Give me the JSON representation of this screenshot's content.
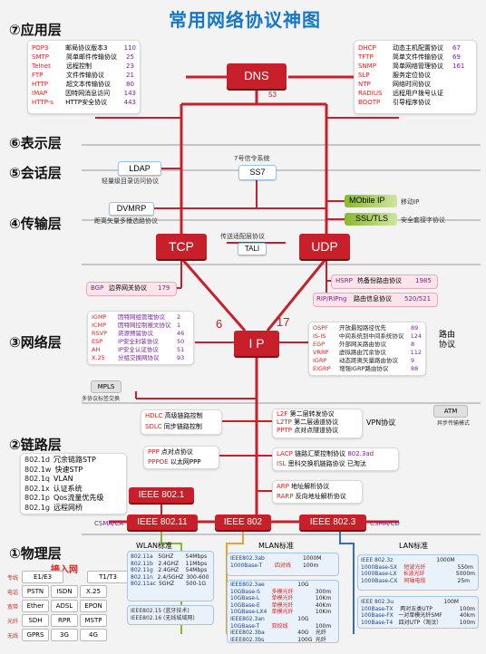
{
  "title": "常用网络协议神图",
  "layers": [
    "⑦应用层",
    "⑥表示层",
    "⑤会话层",
    "④传输层",
    "③网络层",
    "②链路层",
    "①物理层"
  ],
  "app_left": [
    {
      "name": "POP3",
      "desc": "邮局协议版本3",
      "port": "110"
    },
    {
      "name": "SMTP",
      "desc": "简单邮件传输协议",
      "port": "25"
    },
    {
      "name": "Telnet",
      "desc": "远程控制",
      "port": "23"
    },
    {
      "name": "FTP",
      "desc": "文件传输协议",
      "port": "21"
    },
    {
      "name": "HTTP",
      "desc": "超文本传输协议",
      "port": "80"
    },
    {
      "name": "IMAP",
      "desc": "因特网消息访问",
      "port": "143"
    },
    {
      "name": "HTTP-s",
      "desc": "HTTP安全协议",
      "port": "443"
    }
  ],
  "app_right": [
    {
      "name": "DHCP",
      "desc": "动态主机配置协议",
      "port": "67"
    },
    {
      "name": "TFTP",
      "desc": "简单文件传输协议",
      "port": "69"
    },
    {
      "name": "SNMP",
      "desc": "简单网络管理协议",
      "port": "161"
    },
    {
      "name": "SLP",
      "desc": "服务定位协议",
      "port": ""
    },
    {
      "name": "NTP",
      "desc": "网络时间协议",
      "port": ""
    },
    {
      "name": "RADIUS",
      "desc": "远程用户拨号认证",
      "port": ""
    },
    {
      "name": "BOOTP",
      "desc": "引导程序协议",
      "port": ""
    }
  ],
  "nodes": {
    "dns": "DNS",
    "dns_port": "53",
    "tcp": "TCP",
    "udp": "UDP",
    "ip": "I P",
    "ip_left": "6",
    "ip_right": "17"
  },
  "session": {
    "ldap": "LDAP",
    "ldap_desc": "轻量级目录访问协议",
    "ss7_title": "7号信令系统",
    "ss7": "SS7"
  },
  "transport": {
    "dvmrp": "DVMRP",
    "dvmrp_desc": "距离矢量多播选路协议",
    "mobileip": "MObile IP",
    "mobileip_desc": "移动IP",
    "ssltls": "SSL/TLS",
    "ssltls_desc": "安全套接字协议",
    "tali_desc": "传送适配层协议",
    "tali": "TALI"
  },
  "network_top": {
    "bgp": "BGP",
    "bgp_desc": "边界网关协议",
    "bgp_port": "179",
    "hsrp": "HSRP",
    "hsrp_desc": "热备份路由协议",
    "hsrp_port": "1985",
    "rip": "RIP/RIPng",
    "rip_desc": "路由信息协议",
    "rip_port": "520/521"
  },
  "net_left": [
    {
      "name": "IGMP",
      "desc": "因特网组管理协议",
      "port": "2"
    },
    {
      "name": "ICMP",
      "desc": "因特网控制报文协议",
      "port": "1"
    },
    {
      "name": "RSVP",
      "desc": "资源预留协议",
      "port": "46"
    },
    {
      "name": "ESP",
      "desc": "IP安全封装协议",
      "port": "50"
    },
    {
      "name": "AH",
      "desc": "IP安全认证协议",
      "port": "51"
    },
    {
      "name": "X.25",
      "desc": "分组交换网协议",
      "port": "93"
    }
  ],
  "net_right": [
    {
      "name": "OSPF",
      "desc": "开放最短路径优先",
      "port": "89"
    },
    {
      "name": "IS-IS",
      "desc": "中间系统到中间系统协议",
      "port": "124"
    },
    {
      "name": "EGP",
      "desc": "外部网关路由协议",
      "port": "8"
    },
    {
      "name": "VRRP",
      "desc": "虚拟路由冗余协议",
      "port": "112"
    },
    {
      "name": "IGRP",
      "desc": "动态距离矢量路由协议",
      "port": "9"
    },
    {
      "name": "EIGRP",
      "desc": "增强IGRP路由协议",
      "port": "88"
    }
  ],
  "routing_label": "路由协议",
  "mpls": "MPLS",
  "mpls_desc": "多协议标签交换",
  "atm": "ATM",
  "atm_desc": "异步传输模式",
  "link": {
    "hdlc": "HDLC",
    "hdlc_desc": "高级链路控制",
    "sdlc": "SDLC",
    "sdlc_desc": "同步链路控制",
    "l2f": "L2F",
    "l2f_desc": "第二层转发协议",
    "l2tp": "L2TP",
    "l2tp_desc": "第二层通道协议",
    "pptp": "PPTP",
    "pptp_desc": "点对点隧道协议",
    "vpn": "VPN协议",
    "ppp": "PPP",
    "ppp_desc": "点对点协议",
    "pppoe": "PPPOE",
    "pppoe_desc": "以太网PPP",
    "lacp": "LACP",
    "lacp_desc": "链路汇聚控制协议",
    "lacp_std": "802.3ad",
    "isl": "ISL",
    "isl_desc": "思科交换机链路协议",
    "isl_note": "已淘汰",
    "arp": "ARP",
    "arp_desc": "地址解析协议",
    "rarp": "RARP",
    "rarp_desc": "反向地址解析协议"
  },
  "dot1": [
    {
      "name": "802.1d",
      "desc": "冗余链路STP"
    },
    {
      "name": "802.1w",
      "desc": "快速STP"
    },
    {
      "name": "802.1q",
      "desc": "VLAN"
    },
    {
      "name": "802.1x",
      "desc": "认证系统"
    },
    {
      "name": "802.1p",
      "desc": "Qos流量优先级"
    },
    {
      "name": "802.1g",
      "desc": "远程网桥"
    }
  ],
  "ieee": {
    "i8021": "IEEE 802.1",
    "i80211": "IEEE 802.11",
    "i802": "IEEE 802",
    "i8023": "IEEE 802.3",
    "csma_ca": "CSMA/CA",
    "csma_cd": "CSMA/CD"
  },
  "physical": {
    "access_title": "接入网",
    "rows": [
      {
        "label": "专线",
        "items": [
          "E1/E3",
          "T1/T3"
        ]
      },
      {
        "label": "电话",
        "items": [
          "PSTN",
          "ISDN",
          "X.25"
        ]
      },
      {
        "label": "宽带",
        "items": [
          "Ether",
          "ADSL",
          "EPON"
        ]
      },
      {
        "label": "光纤",
        "items": [
          "SDH",
          "RPR",
          "MSTP"
        ]
      },
      {
        "label": "无线",
        "items": [
          "GPRS",
          "3G",
          "4G"
        ]
      }
    ],
    "wlan_title": "WLAN标准",
    "wlan": [
      {
        "std": "802.11a",
        "band": "5GHZ",
        "rate": "54Mbps"
      },
      {
        "std": "802.11b",
        "band": "2.4GHZ",
        "rate": "11Mbps"
      },
      {
        "std": "802.11g",
        "band": "2.4GHZ",
        "rate": "54Mbps"
      },
      {
        "std": "802.11n",
        "band": "2.4/5GHZ",
        "rate": "300-600"
      },
      {
        "std": "802.11ac",
        "band": "5GHZ",
        "rate": "500-1G"
      }
    ],
    "wlan_extra": [
      "IEEE802.15 (蓝牙技术)",
      "IEEE802.16 (无线城域网)"
    ],
    "man_title": "MLAN标准",
    "man_top": [
      {
        "std": "IEEE802.3ab",
        "rate": "1000M"
      },
      {
        "std": "1000Base-T",
        "note": "四对线",
        "rate": "100m"
      }
    ],
    "man": [
      {
        "std": "IEEE802.3ae",
        "rate": "10G"
      },
      {
        "std": "10GBase-S",
        "note": "多模光纤",
        "dist": "300m"
      },
      {
        "std": "10GBase-L",
        "note": "单模光纤",
        "dist": "10Km"
      },
      {
        "std": "10GBase-E",
        "note": "单模光纤",
        "dist": "40Km"
      },
      {
        "std": "10GBase-LX4",
        "note": "单模光纤",
        "dist": "10Km"
      },
      {
        "std": "IEEE802.3an",
        "rate": "10G"
      },
      {
        "std": "10GBase-T",
        "note": "双绞线",
        "dist": "100m"
      },
      {
        "std": "IEEE802.3ba",
        "rate": "40G",
        "dist": "光纤"
      },
      {
        "std": "IEEE802.3bs",
        "rate": "100G",
        "dist": "光纤"
      }
    ],
    "lan_title": "LAN标准",
    "lan_top": [
      {
        "std": "IEEE 802.3z",
        "rate": "1000M"
      },
      {
        "std": "1000Base-SX",
        "note": "短波光纤",
        "dist": "550m"
      },
      {
        "std": "1000Base-LX",
        "note": "长波光纤",
        "dist": "5000m"
      },
      {
        "std": "1000Base-CX",
        "note": "同轴电缆",
        "dist": "25m"
      }
    ],
    "lan": [
      {
        "std": "IEEE 802.3u",
        "rate": "100M"
      },
      {
        "std": "100Base-TX",
        "note": "两对五类UTP",
        "dist": "100m"
      },
      {
        "std": "100Base-FX",
        "note": "一对单模光纤SMF",
        "dist": "40km"
      },
      {
        "std": "100Base-T4",
        "note": "四对UTP（淘汰）",
        "dist": "100m"
      }
    ]
  },
  "colors": {
    "node_red": "#c8202a",
    "accent_blue": "#1677c9",
    "line_green": "#8ab82f",
    "line_orange": "#e8a23c",
    "line_blue": "#2f6fc2"
  }
}
